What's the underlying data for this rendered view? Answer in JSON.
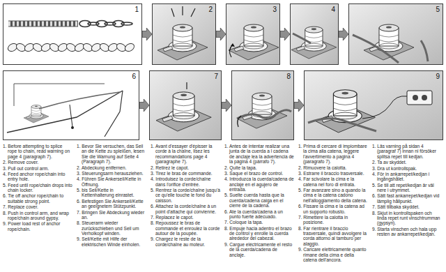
{
  "diagram": {
    "nodes": [
      {
        "text": [
          "1"
        ]
      },
      {
        "text": [
          "2"
        ]
      },
      {
        "text": [
          "3"
        ]
      },
      {
        "text": [
          "4"
        ]
      },
      {
        "text": [
          "5"
        ]
      },
      {
        "text": [
          "6"
        ]
      },
      {
        "text": [
          "7"
        ]
      },
      {
        "text": [
          "8"
        ]
      },
      {
        "text": [
          "9"
        ]
      }
    ],
    "edges": [
      {
        "from": 0,
        "to": 1,
        "arrow": "to"
      },
      {
        "from": 1,
        "to": 2,
        "arrow": "to"
      },
      {
        "from": 2,
        "to": 3,
        "arrow": "to"
      },
      {
        "from": 3,
        "to": 4,
        "arrow": "to"
      },
      {
        "from": 5,
        "to": 6,
        "arrow": "to"
      },
      {
        "from": 6,
        "to": 7,
        "arrow": "to"
      },
      {
        "from": 7,
        "to": 8,
        "arrow": "to"
      }
    ],
    "labels": [
      "1. Before attempting to splice rope to chain, read warning on page 4 (paragraph 7).",
      "2. Remove cover.",
      "3. Pull out control arm.",
      "4. Feed anchor rope/chain into entry hole.",
      "5. Feed until rope/chain drops into chain locker.",
      "6. Tie off anchor rope/chain to suitable strong point.",
      "7. Replace cover.",
      "8. Push in control arm, and wrap rope/chain around gypsy.",
      "9. Power load rest of anchor rope/chain.",
      "1. Bevor Sie versuchen, das Seil an die Kette zu spleißen, lesen Sie die Warnung auf Seite 4 (Paragraph 7).",
      "2. Abdeckung entfernen.",
      "3. Steuerungsarm herausziehen.",
      "4. Führen Sie Ankerseil/Kette in Öffnung.",
      "5. bis Seil/Kette in Kettenhalterung einrastet.",
      "6. Befestigen Sie Ankerseil/Kette an geeignetem Stützpunkt.",
      "7. Bringen Sie Abdeckung wieder an.",
      "8. Steuerarm wieder zurückschieben und Seil um Verholkopf winden.",
      "9. Seil/Kette mit Hilfe der elektrischen Winde einholen.",
      "1. Avant d'essayer d'épisser la corde à la chaîne, lisez les recommandations page 4 (paragraphe 7).",
      "2. Retirez le capot.",
      "3. Tirez le bras de commande.",
      "4. Introduisez la corde/chaîne dans l'orifice d'entrée.",
      "5. Rentrez la corde/chaîne jusqu'à ce qu'elle touche le fond du caisson.",
      "6. Attachez la corde/chaîne à un point d'attache qui convienne.",
      "7. Replacez le capot.",
      "8. Repoussez le bras de commande et enroulez la corde autour de la poupée.",
      "9. Chargez le reste de la corde/chaîne au moteur.",
      "1. Antes de intentar realizar una junta de la cuerda a l cadena de anclaje lea la advertencia de la página 4 (párrafo 7).",
      "2. Quite la tapa.",
      "3. Saque el brazo de control.",
      "4. Introduzca la cuerda/cadena de anclaje en el agujero de entrada.",
      "5. Suelte cuerda hasta que la cuerda/cadena caiga en el cierre de la cadena.",
      "6. Ate la cuerda/cadena a un punto fuerte adecuado.",
      "7. Coloque la tapa.",
      "8. Empuje hacia adentro el brazo de control y enrolle la cuerda alrededor del cabezal.",
      "9. Cargue eléctricamente el resto de la cuerda/cadena de anclaje.",
      "1. Prima di cercare di impiombare la cima alla catena, leggere l'avvertimento a pagina 4 (paragrafo 7).",
      "2. Rimuovere la calotta.",
      "3. Estrarre il braccio trasversale.",
      "4. Far scivolare la cima e la catena nel foro di entrata.",
      "5. Far avanzare sino a quando la cima e la catena cadono nell'alloggiamento della catena.",
      "6. Fissare la cima e la catena ad un supporto robusto.",
      "7. Rimettere la calotta in posizione.",
      "8. Far rientrare il braccio trasversale, quindi avvolgere la corda attorno al tamburo per alaggio.",
      "9. Caricare elettricamente quanto rimane della cima e della catena dell'ancora.",
      "1. Läs varning på sidan 4 (paragraf 7) innan ni försöker splitsa repet till kedjan.",
      "2. Ta av skyddet.",
      "3. Dra ut kontrollspak.",
      "4. För in ankarrepet/kedjan i ingångshålet.",
      "5. Se till att repet/kedjan är väl nere i utrymmet.",
      "6. Sätt fast ankarrepet/kedjan vid lämplig hållpunkt.",
      "7. Sätt tillbaka skyddet.",
      "8. Skjut in kontrollspaken och linda repet runt vinschtrumman (gypsyn).",
      "9. Starta vinschen och hala upp resten av ankarrepet/kedjan."
    ]
  }
}
